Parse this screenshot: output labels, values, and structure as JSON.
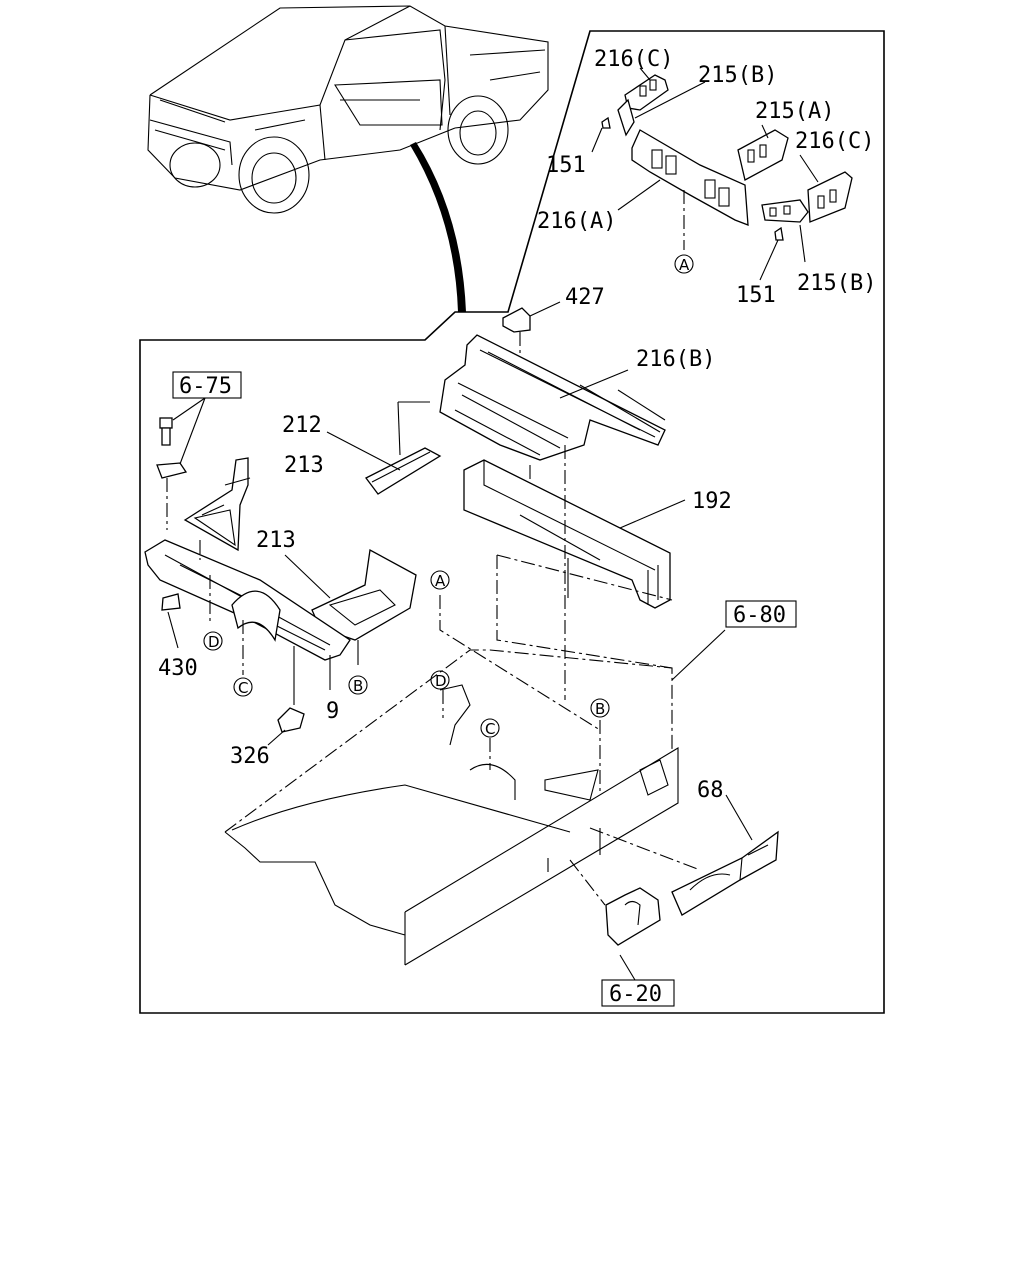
{
  "labels": {
    "p216c_top": "216(C)",
    "p215b_top": "215(B)",
    "p215a": "215(A)",
    "p216c_right": "216(C)",
    "p151_left": "151",
    "p216a": "216(A)",
    "p151_right": "151",
    "p215b_bottom": "215(B)",
    "p427": "427",
    "p216b": "216(B)",
    "p212": "212",
    "p213_top": "213",
    "p213_mid": "213",
    "p192": "192",
    "p430": "430",
    "p9": "9",
    "p326": "326",
    "p68": "68"
  },
  "references": {
    "ref_6_75": "6-75",
    "ref_6_80": "6-80",
    "ref_6_20": "6-20"
  },
  "markers": {
    "A": "A",
    "B": "B",
    "C": "C",
    "D": "D"
  }
}
